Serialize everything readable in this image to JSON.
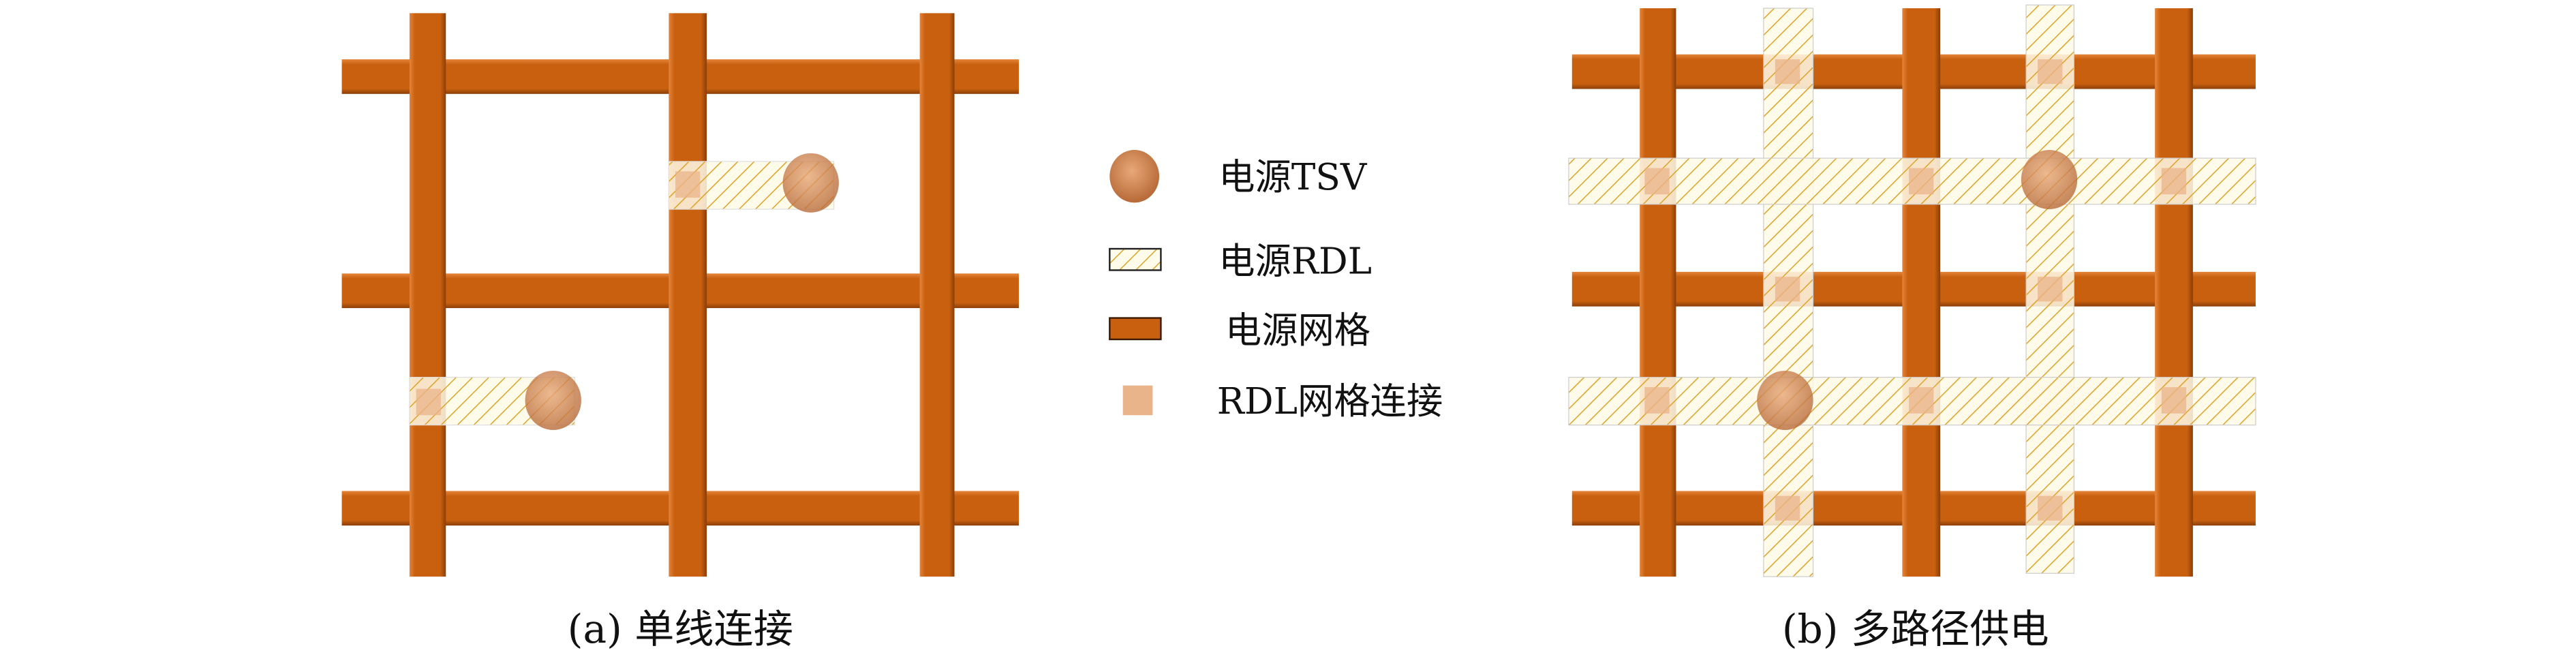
{
  "legend": {
    "items": [
      {
        "label": "电源TSV",
        "icon": "tsv-circle-icon"
      },
      {
        "label": "电源RDL",
        "icon": "rdl-hatched-bar-icon"
      },
      {
        "label": "电源网格",
        "icon": "power-grid-bar-icon"
      },
      {
        "label": "RDL网格连接",
        "icon": "rdl-grid-connection-square-icon"
      }
    ]
  },
  "panels": [
    {
      "caption": "(a) 单线连接"
    },
    {
      "caption": "(b) 多路径供电"
    }
  ],
  "colors": {
    "grid": "#c8600f",
    "grid_edge": "#8a3e08",
    "rdl_hatch": "#e0a020",
    "tsv": "#c47a45",
    "connection": "#e9b48a"
  }
}
